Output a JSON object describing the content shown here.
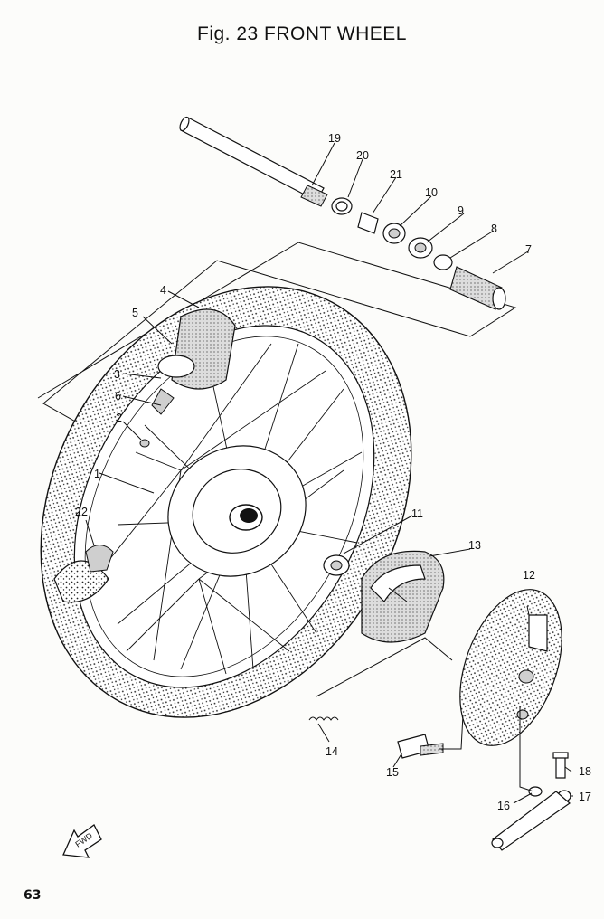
{
  "figure": {
    "title": "Fig. 23 FRONT WHEEL",
    "page_number": "63",
    "fwd_label": "FWD"
  },
  "callouts": [
    {
      "id": "c1",
      "text": "1"
    },
    {
      "id": "c2",
      "text": "2"
    },
    {
      "id": "c3",
      "text": "3"
    },
    {
      "id": "c4",
      "text": "4"
    },
    {
      "id": "c5",
      "text": "5"
    },
    {
      "id": "c6",
      "text": "6"
    },
    {
      "id": "c7",
      "text": "7"
    },
    {
      "id": "c8",
      "text": "8"
    },
    {
      "id": "c9",
      "text": "9"
    },
    {
      "id": "c10",
      "text": "10"
    },
    {
      "id": "c11",
      "text": "11"
    },
    {
      "id": "c12",
      "text": "12"
    },
    {
      "id": "c13",
      "text": "13"
    },
    {
      "id": "c14",
      "text": "14"
    },
    {
      "id": "c15",
      "text": "15"
    },
    {
      "id": "c16",
      "text": "16"
    },
    {
      "id": "c17",
      "text": "17"
    },
    {
      "id": "c18",
      "text": "18"
    },
    {
      "id": "c19",
      "text": "19"
    },
    {
      "id": "c20",
      "text": "20"
    },
    {
      "id": "c21",
      "text": "21"
    },
    {
      "id": "c22",
      "text": "22"
    }
  ]
}
